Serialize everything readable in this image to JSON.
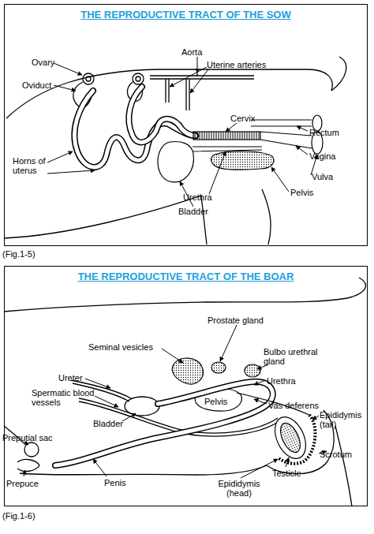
{
  "diagram": {
    "nodes": [
      {
        "text": [
          "THE REPRODUCTIVE TRACT OF THE SOW"
        ]
      },
      {
        "text": [
          "THE REPRODUCTIVE TRACT OF THE BOAR"
        ]
      }
    ],
    "labels": [
      "Aorta",
      "Ovary",
      "Uterine arteries",
      "Oviduct",
      "Cervix",
      "Rectum",
      "Vagina",
      "Vulva",
      "Horns of uterus",
      "Urethra",
      "Pelvis",
      "Bladder",
      "(Fig.1-5)",
      "Prostate gland",
      "Seminal vesicles",
      "Bulbo urethral gland",
      "Ureter",
      "Urethra",
      "Spermatic blood vessels",
      "Pelvis",
      "Vas deferens",
      "Bladder",
      "Epididymis (tail)",
      "Preputial sac",
      "Scrotum",
      "Testicle",
      "Prepuce",
      "Penis",
      "Epididymis (head)",
      "(Fig.1-6)"
    ]
  }
}
